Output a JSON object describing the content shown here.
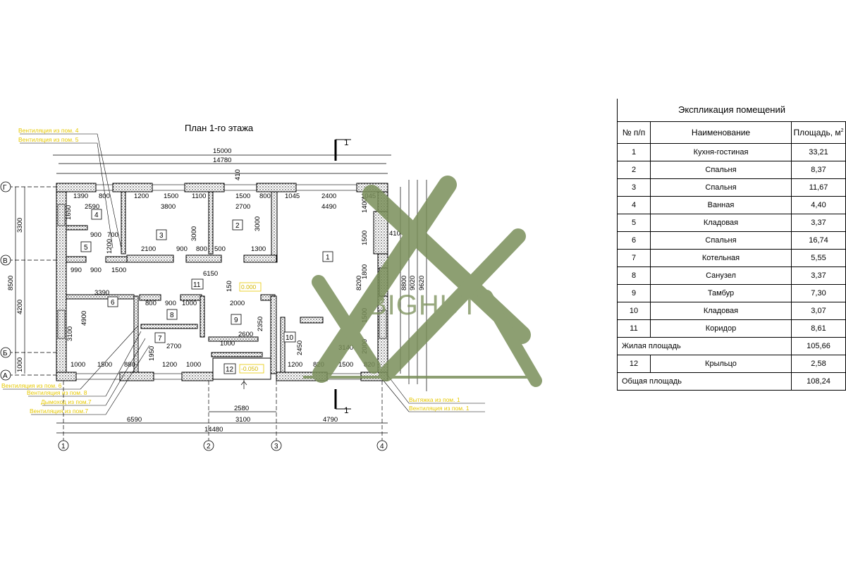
{
  "plan": {
    "title": "План 1-го этажа",
    "section_mark": "1",
    "watermark": "BIGHUT",
    "axes_letters": [
      "Г",
      "В",
      "Б",
      "А"
    ],
    "axes_numbers": [
      "1",
      "2",
      "3",
      "4"
    ],
    "dims_top": [
      "15000",
      "14780",
      "410"
    ],
    "dims_row1": [
      "1390",
      "800",
      "1200",
      "1500",
      "1100",
      "1500",
      "800",
      "1045",
      "2400",
      "1045"
    ],
    "dims_left": [
      "3300",
      "8500",
      "4200",
      "1000"
    ],
    "dims_right": [
      "1400",
      "1500",
      "8200",
      "8800",
      "9020",
      "9620",
      "1800",
      "1500",
      "2000",
      "410"
    ],
    "dims_bottom": [
      "6590",
      "3100",
      "4790",
      "14480",
      "2580"
    ],
    "dims_bottom_row": [
      "1000",
      "1500",
      "880",
      "1200",
      "1000",
      "1200",
      "1500",
      "820",
      "820"
    ],
    "dims_inner": [
      "2590",
      "3800",
      "2700",
      "4490",
      "900",
      "2100",
      "900",
      "800",
      "500",
      "1300",
      "990",
      "900",
      "1500",
      "6150",
      "3390",
      "4900",
      "3100",
      "2000",
      "1000",
      "900",
      "800",
      "2600",
      "2700",
      "1950",
      "1000",
      "2450",
      "3140",
      "2350",
      "3000",
      "3000",
      "1650",
      "700",
      "1200",
      "150"
    ],
    "room_numbers": [
      "1",
      "2",
      "3",
      "4",
      "5",
      "6",
      "7",
      "8",
      "9",
      "10",
      "11",
      "12"
    ],
    "level_marks": [
      "0.000",
      "-0.050"
    ],
    "leaders_top": [
      "Вентиляция из пом. 4",
      "Вентиляция из пом. 5"
    ],
    "leaders_bottom_left": [
      "Вентиляция из пом. 6",
      "Вентиляция из пом. 8",
      "Дымоход из пом.7",
      "Вентиляция из пом.7"
    ],
    "leaders_bottom_right": [
      "Вытяжка из пом. 1",
      "Вентиляция из пом. 1"
    ]
  },
  "explication": {
    "title": "Экспликация помещений",
    "headers": {
      "num": "№ п/п",
      "name": "Наименование",
      "area": "Площадь, м",
      "area_sup": "2"
    },
    "rows": [
      {
        "num": "1",
        "name": "Кухня-гостиная",
        "area": "33,21"
      },
      {
        "num": "2",
        "name": "Спальня",
        "area": "8,37"
      },
      {
        "num": "3",
        "name": "Спальня",
        "area": "11,67"
      },
      {
        "num": "4",
        "name": "Ванная",
        "area": "4,40"
      },
      {
        "num": "5",
        "name": "Кладовая",
        "area": "3,37"
      },
      {
        "num": "6",
        "name": "Спальня",
        "area": "16,74"
      },
      {
        "num": "7",
        "name": "Котельная",
        "area": "5,55"
      },
      {
        "num": "8",
        "name": "Санузел",
        "area": "3,37"
      },
      {
        "num": "9",
        "name": "Тамбур",
        "area": "7,30"
      },
      {
        "num": "10",
        "name": "Кладовая",
        "area": "3,07"
      },
      {
        "num": "11",
        "name": "Коридор",
        "area": "8,61"
      }
    ],
    "living_label": "Жилая площадь",
    "living_value": "105,66",
    "porch": {
      "num": "12",
      "name": "Крыльцо",
      "area": "2,58"
    },
    "total_label": "Общая площадь",
    "total_value": "108,24"
  },
  "colors": {
    "watermark": "#7a8f5a",
    "leader_text": "#e6c800",
    "wall_hatch": "#777777"
  }
}
